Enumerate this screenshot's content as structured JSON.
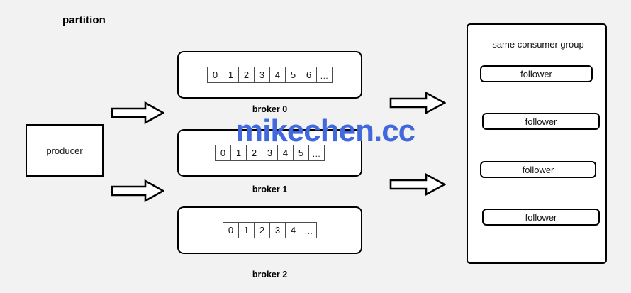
{
  "diagram": {
    "title": "partition",
    "watermark": "mikechen.cc",
    "accent_color": "#4169dd",
    "background_color": "#f2f2f2",
    "line_color": "#000000"
  },
  "producer": {
    "label": "producer"
  },
  "arrows": {
    "left_top": "arrow-right-icon",
    "left_bottom": "arrow-right-icon",
    "right_top": "arrow-right-icon",
    "right_bottom": "arrow-right-icon"
  },
  "brokers": [
    {
      "label": "broker 0",
      "cells": [
        "0",
        "1",
        "2",
        "3",
        "4",
        "5",
        "6",
        "..."
      ]
    },
    {
      "label": "broker 1",
      "cells": [
        "0",
        "1",
        "2",
        "3",
        "4",
        "5",
        "..."
      ]
    },
    {
      "label": "broker 2",
      "cells": [
        "0",
        "1",
        "2",
        "3",
        "4",
        "..."
      ]
    }
  ],
  "consumer_group": {
    "title": "same consumer group",
    "members": [
      {
        "label": "follower"
      },
      {
        "label": "follower"
      },
      {
        "label": "follower"
      },
      {
        "label": "follower"
      }
    ]
  }
}
